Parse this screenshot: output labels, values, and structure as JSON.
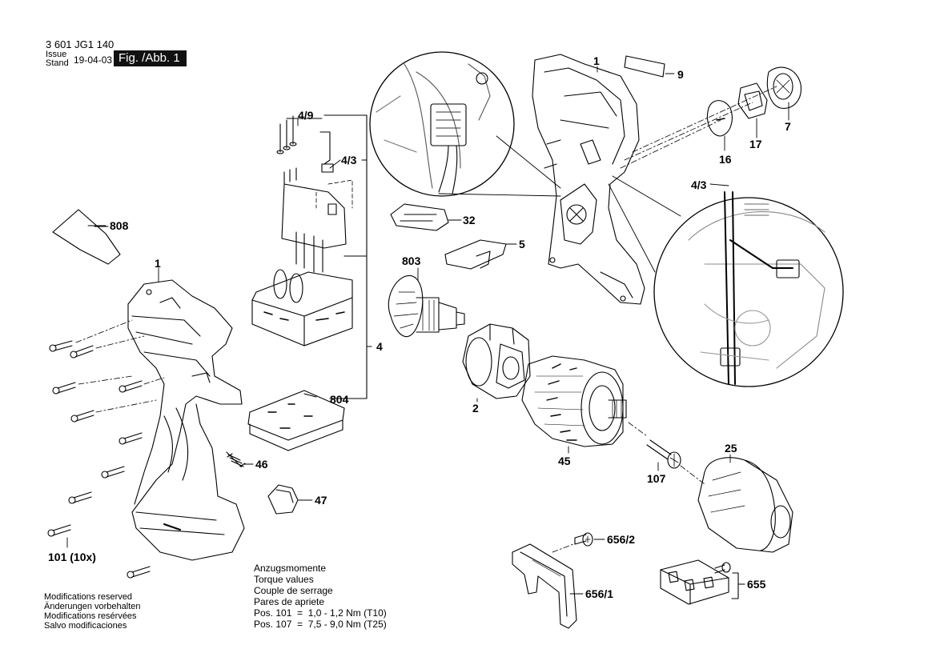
{
  "header": {
    "part_number": "3 601 JG1 140",
    "issue_label": "Issue",
    "stand_label": "Stand",
    "date": "19-04-03",
    "figure": "Fig. /Abb. 1"
  },
  "labels": {
    "p1_top": "1",
    "p9": "9",
    "p7": "7",
    "p17": "17",
    "p16": "16",
    "p4_9": "4/9",
    "p4_3_left": "4/3",
    "p4_3_right": "4/3",
    "p808": "808",
    "p1_left": "1",
    "p32": "32",
    "p5": "5",
    "p803": "803",
    "p4": "4",
    "p804": "804",
    "p2": "2",
    "p45": "45",
    "p46": "46",
    "p107": "107",
    "p25": "25",
    "p47": "47",
    "p101": "101 (10x)",
    "p656_2": "656/2",
    "p656_1": "656/1",
    "p655": "655"
  },
  "torque": {
    "lines": [
      "Anzugsmomente",
      "Torque values",
      "Couple de serrage",
      "Pares de apriete"
    ],
    "pos101": "Pos. 101  =  1,0 - 1,2 Nm (T10)",
    "pos107": "Pos. 107  =  7,5 - 9,0 Nm (T25)"
  },
  "modifications": {
    "lines": [
      "Modifications reserved",
      "Änderungen vorbehalten",
      "Modifications resérvées",
      "Salvo modificaciones"
    ]
  }
}
